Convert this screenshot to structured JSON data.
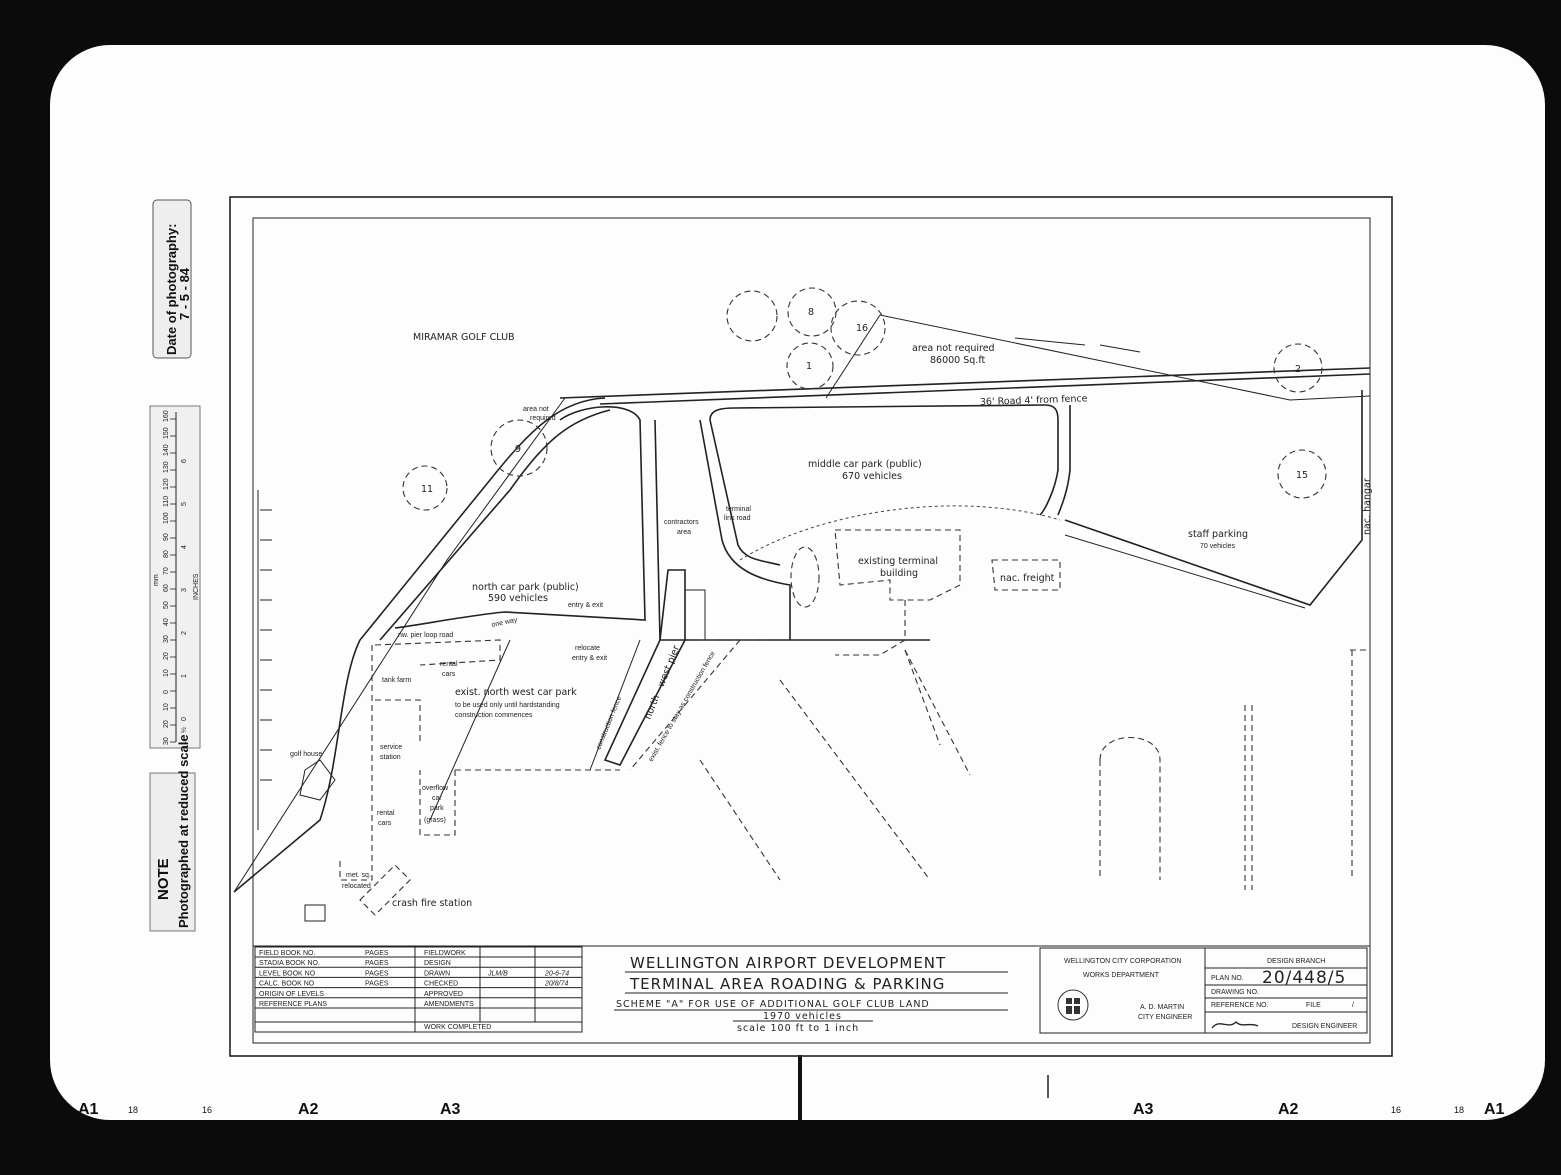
{
  "margin": {
    "date_label": "Date of photography:",
    "date_value": "7 - 5 - 84",
    "scale_units_mm": "mm",
    "scale_units_inches": "INCHES",
    "scale_mm_ticks": [
      "30",
      "20",
      "10",
      "0",
      "10",
      "20",
      "30",
      "40",
      "50",
      "60",
      "70",
      "80",
      "90",
      "100",
      "110",
      "120",
      "130",
      "140",
      "150",
      "160"
    ],
    "scale_inch_ticks": [
      "1",
      "½",
      "0",
      "1",
      "2",
      "3",
      "4",
      "5",
      "6"
    ],
    "note_title": "NOTE",
    "note_text": "Photographed at reduced scale"
  },
  "map": {
    "golf_club": "MIRAMAR   GOLF   CLUB",
    "area_not_required_top": [
      "area not required",
      "86000 Sq.ft"
    ],
    "road_36": "36' Road  4' from fence",
    "area_not_required_left": [
      "area not",
      "required"
    ],
    "middle_car_park": [
      "middle car park (public)",
      "670 vehicles"
    ],
    "terminal_link_road": [
      "terminal",
      "link road"
    ],
    "contractors_area": [
      "contractors",
      "area"
    ],
    "existing_terminal": [
      "existing terminal",
      "building"
    ],
    "nac_freight": "nac. freight",
    "staff_parking": [
      "staff parking",
      "70 vehicles"
    ],
    "nac_hangar": "nac. hangar",
    "north_car_park": [
      "north car park (public)",
      "590 vehicles"
    ],
    "entry_exit": "entry & exit",
    "one_way": "one way",
    "nw_pier_loop_road": "nw. pier loop road",
    "relocate_entry_exit": [
      "relocate",
      "entry & exit"
    ],
    "tank_farm": "tank farm",
    "rental_cars_1": [
      "rental",
      "cars"
    ],
    "nw_car_park": [
      "exist. north west car park",
      "to be used only until hardstanding",
      "construction commences"
    ],
    "construction_fence": "construction   fence",
    "north_west_pier": "north - west  pier",
    "exist_fence": "exist. fence to stay as construction fence",
    "golf_house": "golf house",
    "service_station": [
      "service",
      "station"
    ],
    "overflow_car_park": [
      "overflow",
      "car",
      "park",
      "(grass)"
    ],
    "rental_cars_2": [
      "rental",
      "cars"
    ],
    "met_sq": [
      "met. sq.",
      "relocated"
    ],
    "crash_fire_station": "crash fire station",
    "circles": [
      "8",
      "16",
      "1",
      "2",
      "15",
      "9",
      "11"
    ]
  },
  "title_block": {
    "book_rows": [
      {
        "label": "FIELD BOOK NO.",
        "pages": "PAGES",
        "stage": "FIELDWORK",
        "by": "",
        "date": ""
      },
      {
        "label": "STADIA BOOK NO.",
        "pages": "PAGES",
        "stage": "DESIGN",
        "by": "",
        "date": ""
      },
      {
        "label": "LEVEL BOOK NO",
        "pages": "PAGES",
        "stage": "DRAWN",
        "by": "JLM/B",
        "date": "20-6-74"
      },
      {
        "label": "CALC. BOOK NO",
        "pages": "PAGES",
        "stage": "CHECKED",
        "by": "",
        "date": "20/8/74"
      },
      {
        "label": "ORIGIN OF LEVELS",
        "pages": "",
        "stage": "APPROVED",
        "by": "",
        "date": ""
      },
      {
        "label": "REFERENCE PLANS",
        "pages": "",
        "stage": "AMENDMENTS",
        "by": "",
        "date": ""
      }
    ],
    "work_completed": "WORK COMPLETED",
    "title_1": "WELLINGTON   AIRPORT   DEVELOPMENT",
    "title_2": "TERMINAL   AREA   ROADING  &  PARKING",
    "subtitle": "SCHEME \"A\"  FOR  USE  OF  ADDITIONAL  GOLF  CLUB LAND",
    "vehicles": "1970  vehicles",
    "scale": "scale  100 ft  to  1 inch",
    "corporation": "WELLINGTON CITY CORPORATION",
    "department": "WORKS DEPARTMENT",
    "engineer_name": "A. D. MARTIN",
    "engineer_title": "CITY ENGINEER",
    "design_branch": "DESIGN  BRANCH",
    "plan_no_label": "PLAN NO.",
    "plan_no": "20/448/5",
    "drawing_no_label": "DRAWING NO.",
    "reference_no_label": "REFERENCE NO.",
    "file_label": "FILE",
    "file_value": "/",
    "design_engineer": "DESIGN ENGINEER"
  },
  "film_strip": {
    "left": [
      "A1",
      "18",
      "16",
      "A2",
      "A3"
    ],
    "right": [
      "A3",
      "A2",
      "16",
      "18",
      "A1"
    ]
  },
  "colors": {
    "paper": "#fdfdfd",
    "ink": "#222222",
    "frame": "#0b0b0b"
  }
}
